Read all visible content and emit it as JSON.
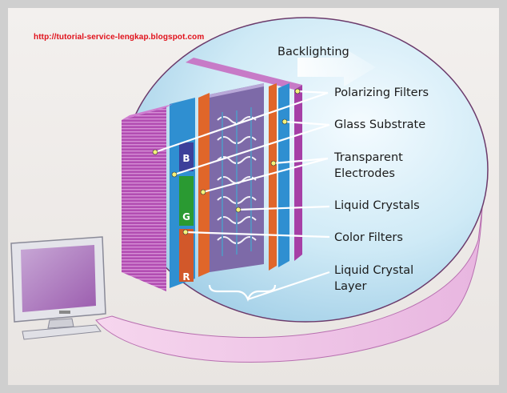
{
  "source_url": "http://tutorial-service-lengkap.blogspot.com",
  "labels": {
    "backlighting": "Backlighting",
    "polarizing_filters": "Polarizing Filters",
    "glass_substrate": "Glass Substrate",
    "transparent_electrodes_1": "Transparent",
    "transparent_electrodes_2": "Electrodes",
    "liquid_crystals": "Liquid Crystals",
    "color_filters": "Color Filters",
    "liquid_crystal_layer_1": "Liquid Crystal",
    "liquid_crystal_layer_2": "Layer"
  },
  "subpixels": {
    "b": "B",
    "g": "G",
    "r": "R"
  },
  "colors": {
    "url": "#e0101a",
    "lens_fill": "#cfeaf6",
    "polarizer": "#a63fa6",
    "glass": "#2f8fd1",
    "electrode": "#e0662a",
    "leader_dot": "#f4f27a",
    "callout_lines": "#ffffff"
  }
}
